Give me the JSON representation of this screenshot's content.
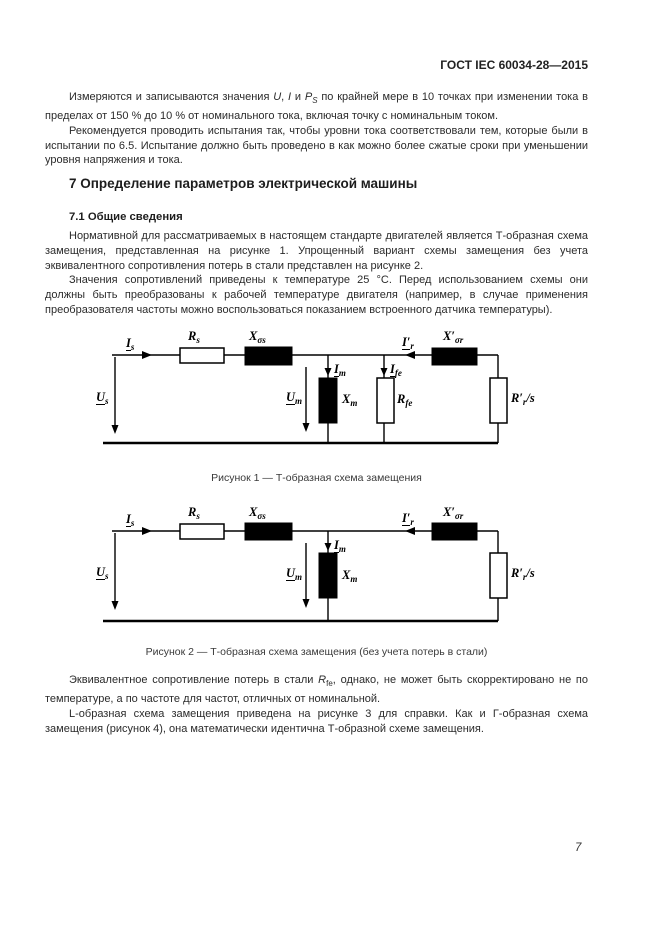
{
  "header": {
    "doc_number": "ГОСТ IEC 60034-28—2015"
  },
  "intro": {
    "p1": {
      "pre": "Измеряются и записываются значения ",
      "sym1": "U",
      "sep1": ", ",
      "sym2": "I",
      "sep2": " и ",
      "sym3": "P",
      "sym3_sub": "S",
      "post": " по крайней мере в 10 точках при изменении тока в пределах от 150 % до 10 % от номинального тока, включая точку с номинальным током."
    },
    "p2": "Рекомендуется проводить испытания так, чтобы уровни тока соответствовали тем, которые были в испытании по 6.5. Испытание должно быть проведено в как можно более сжатые сроки при уменьшении уровня напряжения и тока."
  },
  "section": {
    "number_title": "7 Определение параметров электрической машины",
    "sub_title": "7.1 Общие сведения",
    "p1": "Нормативной для рассматриваемых в настоящем стандарте двигателей является Т-образная схема замещения, представленная на рисунке 1. Упрощенный вариант схемы замещения без учета эквивалентного сопротивления потерь в стали представлен на рисунке 2.",
    "p2": "Значения сопротивлений приведены к температуре 25 °С. Перед использованием схемы они должны быть преобразованы к рабочей температуре двигателя (например, в случае применения преобразователя частоты можно воспользоваться показанием встроенного датчика температуры)."
  },
  "figure1": {
    "caption": "Рисунок 1 — Т-образная схема замещения"
  },
  "figure2": {
    "caption": "Рисунок 2 — Т-образная схема замещения (без учета потерь в стали)"
  },
  "circuit_labels": {
    "i_s": {
      "main": "I",
      "sub": "s"
    },
    "r_s": {
      "main": "R",
      "sub": "s"
    },
    "x_ss": {
      "main": "X",
      "sub": "σs"
    },
    "i_r": {
      "main": "I′",
      "sub": "r"
    },
    "x_sr": {
      "main": "X′",
      "sub": "σr"
    },
    "u_s": {
      "main": "U",
      "sub": "s"
    },
    "i_m": {
      "main": "I",
      "sub": "m"
    },
    "u_m": {
      "main": "U",
      "sub": "m"
    },
    "x_m": {
      "main": "X",
      "sub": "m"
    },
    "i_fe": {
      "main": "I",
      "sub": "fe"
    },
    "r_fe": {
      "main": "R",
      "sub": "fe"
    },
    "r_rs": {
      "main": "R′",
      "sub": "r",
      "suffix": "/s"
    }
  },
  "after": {
    "p1": {
      "pre": "Эквивалентное сопротивление потерь в стали ",
      "sym": "R",
      "sym_sub": "fe",
      "post": ", однако, не может быть скорректировано не по температуре, а по частоте для частот, отличных от номинальной."
    },
    "p2": "L-образная схема замещения приведена на рисунке 3 для справки. Как и Г-образная схема замещения (рисунок 4), она математически идентична Т-образной схеме замещения."
  },
  "footer": {
    "page_number": "7"
  }
}
